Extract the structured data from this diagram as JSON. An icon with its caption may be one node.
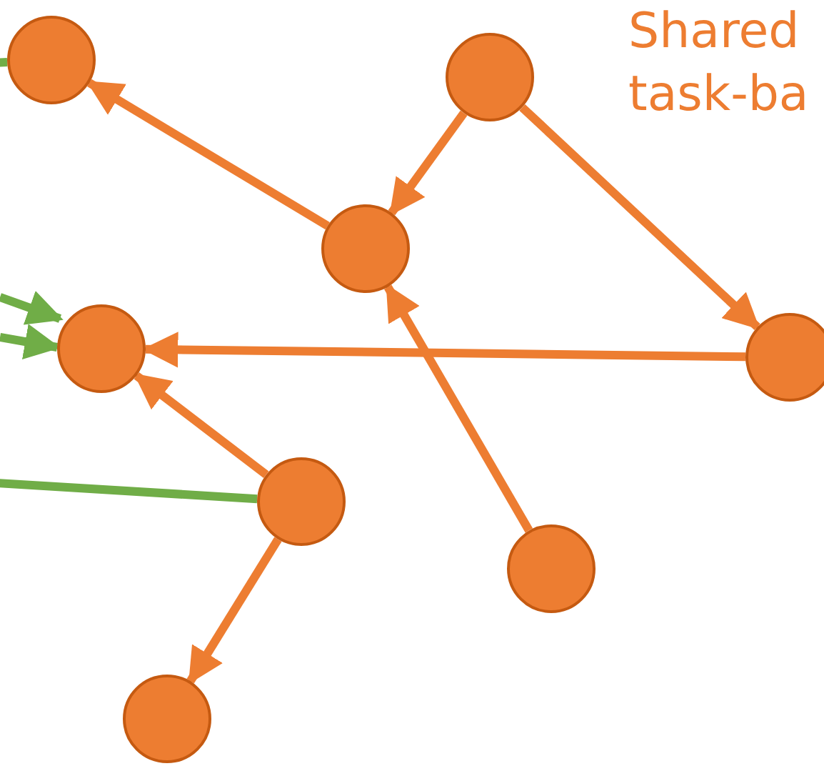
{
  "diagram": {
    "nodes": [
      {
        "text": [],
        "shape": "circle"
      },
      {
        "text": [],
        "shape": "circle"
      },
      {
        "text": [],
        "shape": "circle"
      },
      {
        "text": [],
        "shape": "circle"
      },
      {
        "text": [],
        "shape": "circle"
      },
      {
        "text": [],
        "shape": "circle"
      },
      {
        "text": [],
        "shape": "circle"
      },
      {
        "text": [],
        "shape": "circle"
      }
    ],
    "edges": [
      {
        "from": 2,
        "to": 0,
        "arrow": "to"
      },
      {
        "from": 1,
        "to": 2,
        "arrow": "to"
      },
      {
        "from": 1,
        "to": 4,
        "arrow": "to"
      },
      {
        "from": 4,
        "to": 3,
        "arrow": "to"
      },
      {
        "from": 6,
        "to": 2,
        "arrow": "to"
      },
      {
        "from": 5,
        "to": 3,
        "arrow": "to"
      },
      {
        "from": 5,
        "to": 7,
        "arrow": "to"
      },
      {
        "from": null,
        "to": 0,
        "arrow": "none",
        "color": "#70ad47"
      },
      {
        "from": null,
        "to": 3,
        "arrow": "to",
        "color": "#70ad47"
      },
      {
        "from": null,
        "to": 3,
        "arrow": "to",
        "color": "#70ad47"
      },
      {
        "from": 5,
        "to": null,
        "arrow": "none",
        "color": "#70ad47"
      }
    ],
    "labels": [
      "Shared task-ba"
    ]
  }
}
